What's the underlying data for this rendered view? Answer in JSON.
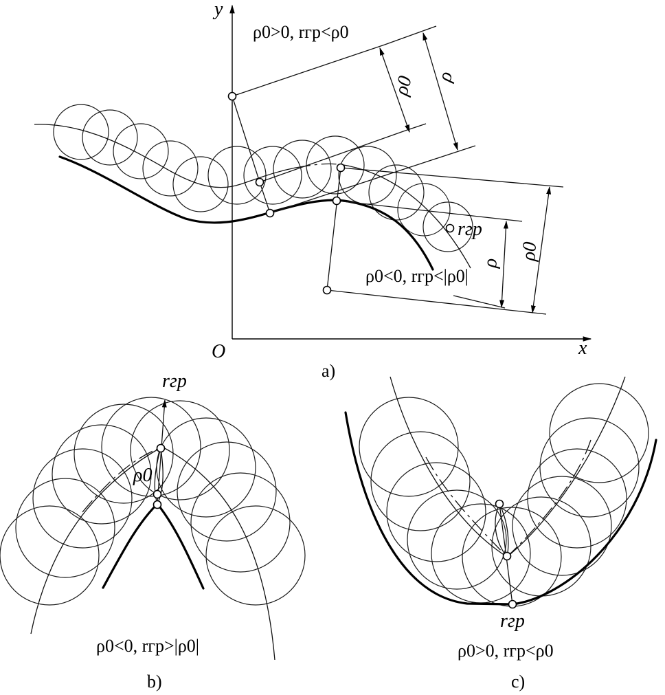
{
  "panel_a": {
    "caption": "a)",
    "axis_y": "y",
    "axis_x": "x",
    "origin": "O",
    "label_top": "ρ0>0, rгр<ρ0",
    "label_bottom": "ρ0<0, rгр<|ρ0|",
    "dim_rho0_top": "ρ0",
    "dim_rho_top": "ρ",
    "dim_rho_right": "ρ",
    "dim_rho0_right": "ρ0",
    "r_label": "rгр"
  },
  "panel_b": {
    "caption": "b)",
    "r_label": "rгр",
    "rho0_label": "ρ0",
    "condition": "ρ0<0, rгр>|ρ0|"
  },
  "panel_c": {
    "caption": "c)",
    "r_label": "rгр",
    "condition": "ρ0>0, rгр<ρ0"
  }
}
